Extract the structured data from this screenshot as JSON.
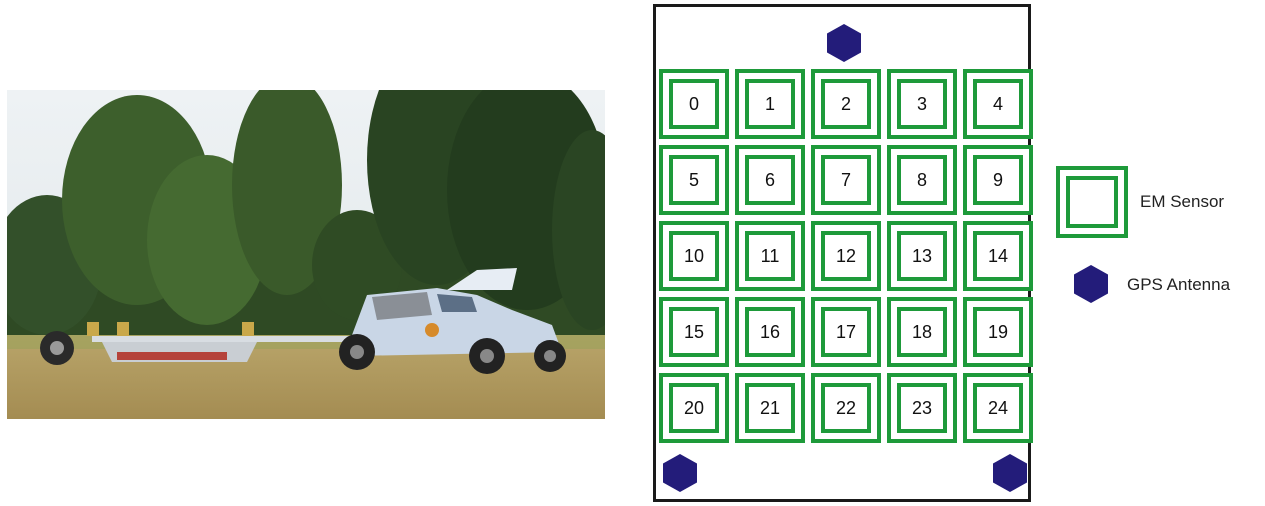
{
  "sensors": [
    "0",
    "1",
    "2",
    "3",
    "4",
    "5",
    "6",
    "7",
    "8",
    "9",
    "10",
    "11",
    "12",
    "13",
    "14",
    "15",
    "16",
    "17",
    "18",
    "19",
    "20",
    "21",
    "22",
    "23",
    "24"
  ],
  "legend": {
    "sensor_label": "EM Sensor",
    "gps_label": "GPS Antenna"
  },
  "colors": {
    "sensor_green": "#1e9a3a",
    "gps_navy": "#231c7a",
    "frame": "#1a1a1a"
  }
}
